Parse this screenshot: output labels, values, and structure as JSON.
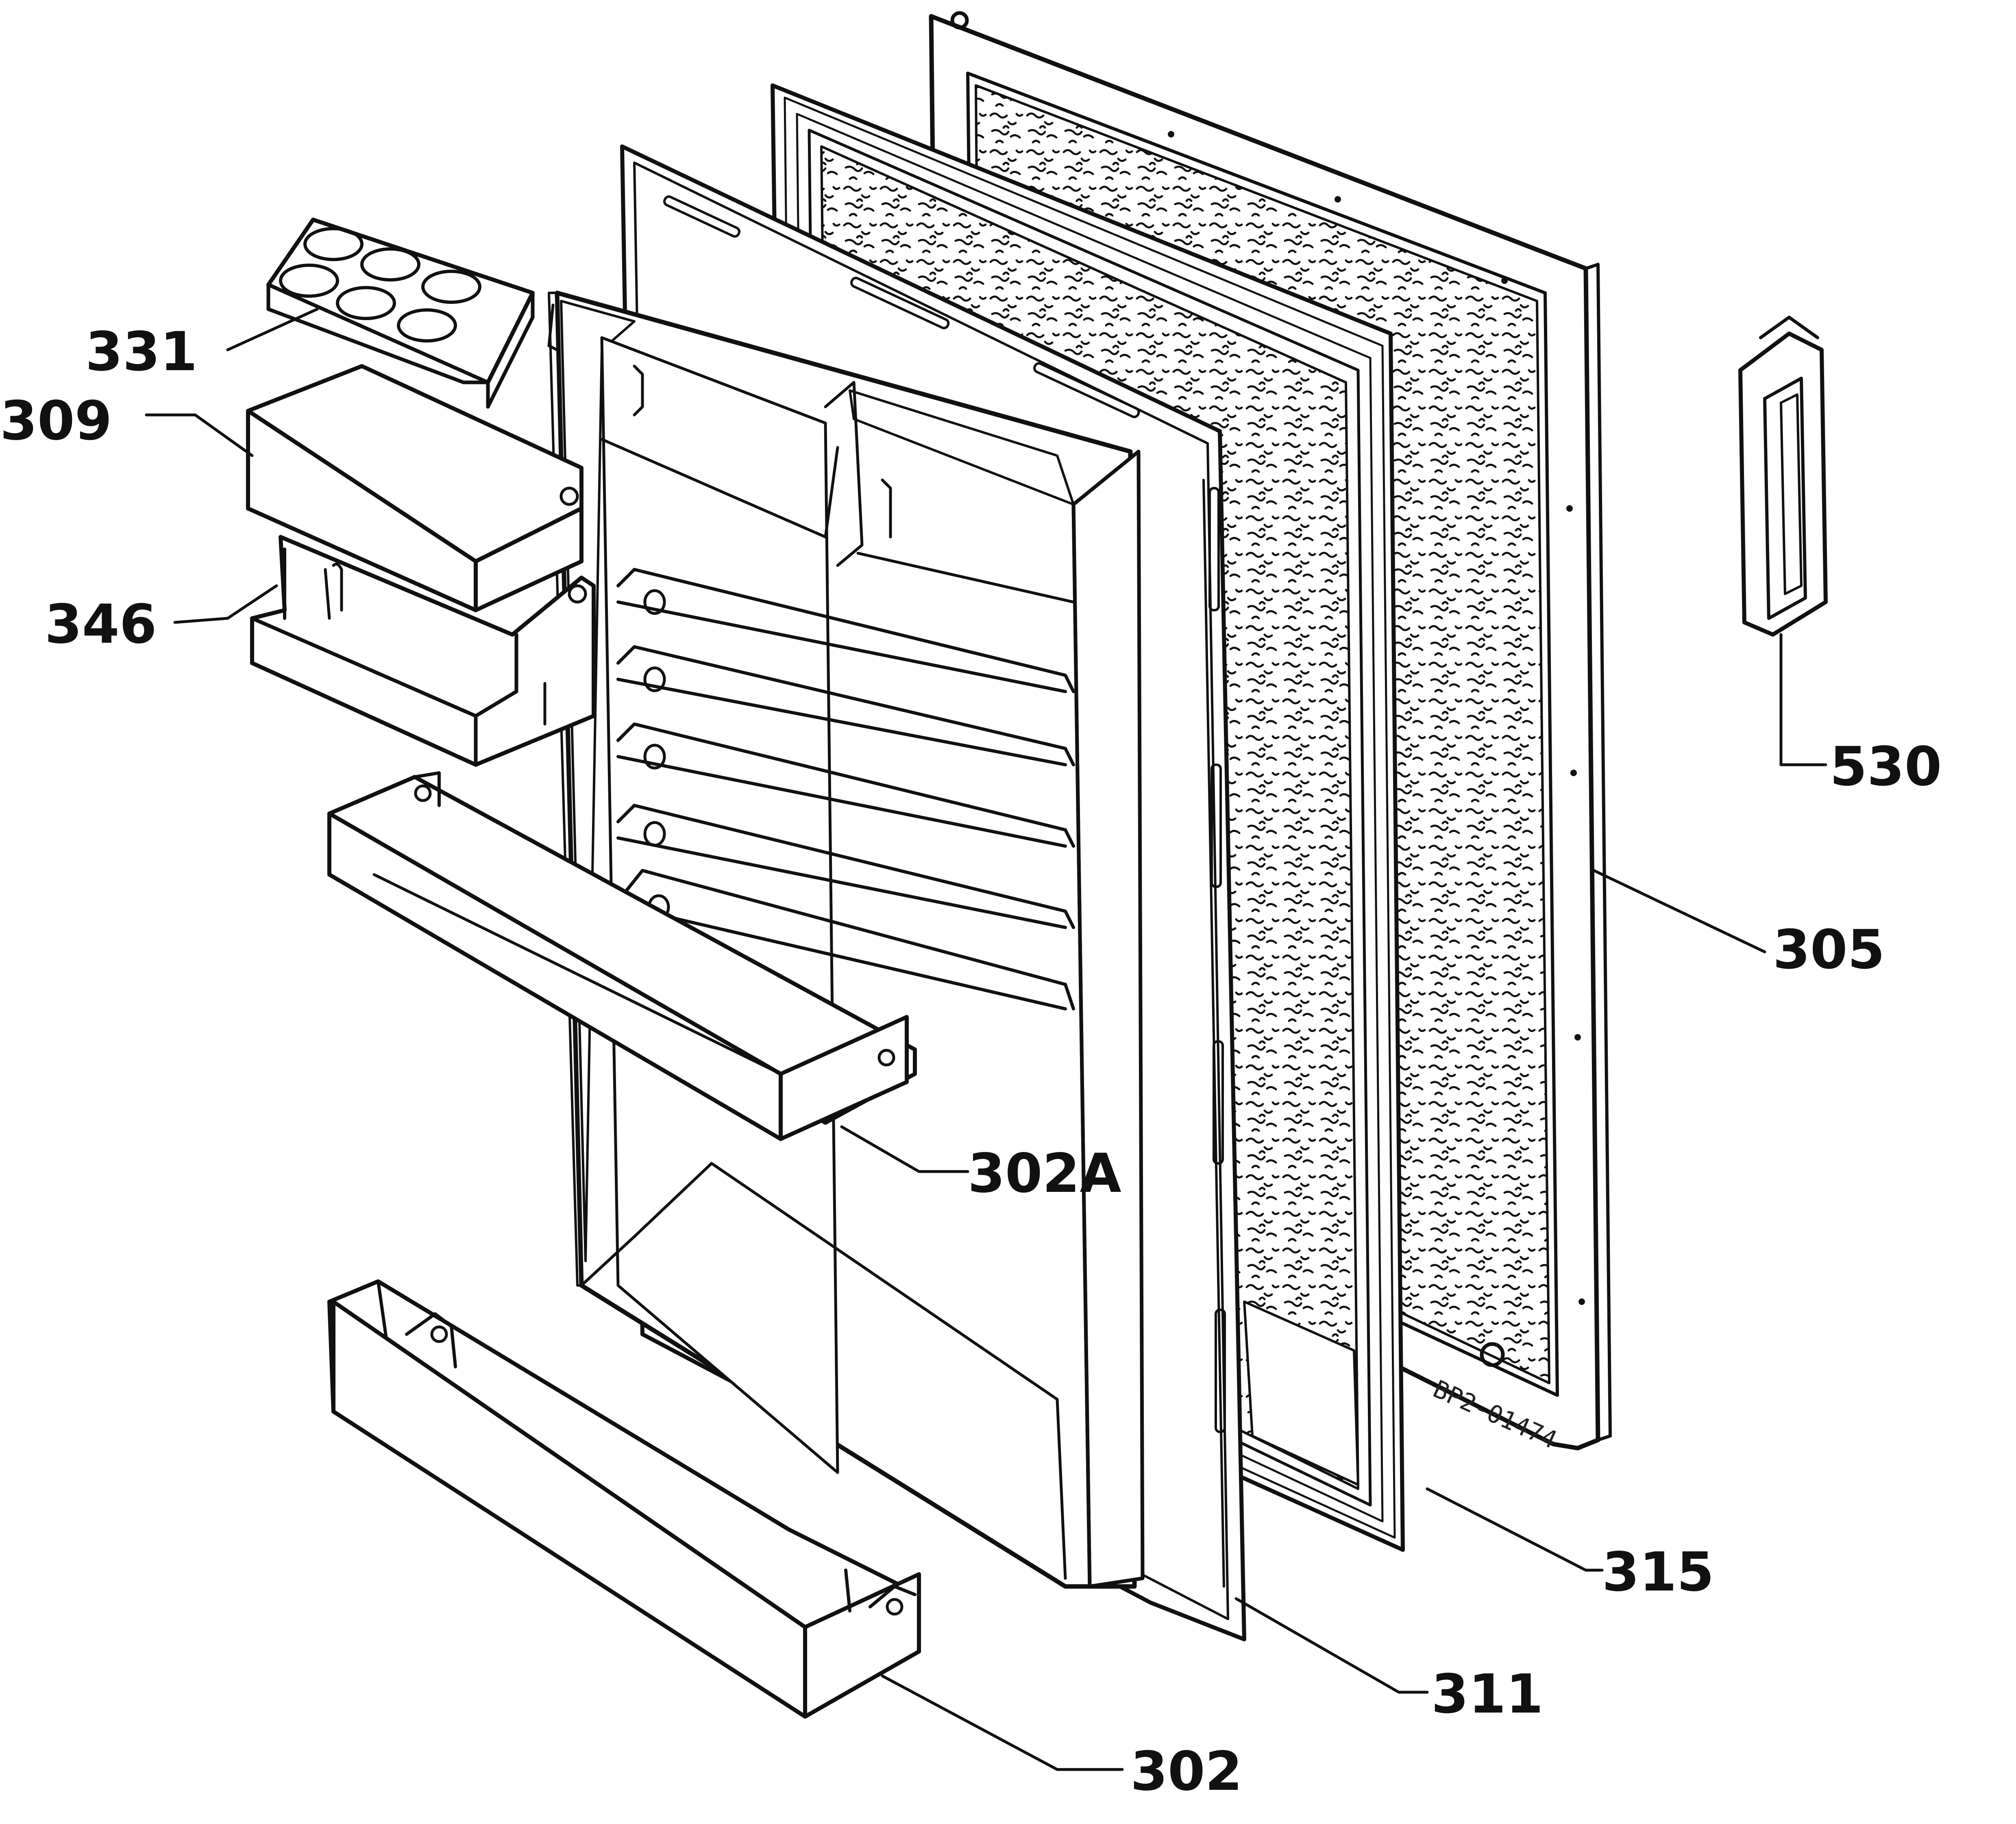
{
  "diagram": {
    "drawing_code": "BP2-01474",
    "ink_color": "#111111",
    "parts": [
      {
        "id": "331"
      },
      {
        "id": "309"
      },
      {
        "id": "346"
      },
      {
        "id": "530"
      },
      {
        "id": "305"
      },
      {
        "id": "302A"
      },
      {
        "id": "315"
      },
      {
        "id": "311"
      },
      {
        "id": "302"
      }
    ]
  }
}
